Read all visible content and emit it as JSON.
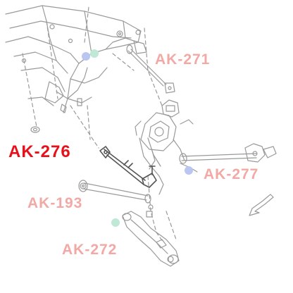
{
  "labels": {
    "ak271": "AK-271",
    "ak276": "AK-276",
    "ak277": "AK-277",
    "ak193": "AK-193",
    "ak272": "AK-272"
  },
  "colors": {
    "highlight_label": "#e8101a",
    "faded_label": "#f2a9a5",
    "line_art": "#9a9a9a",
    "highlight_part": "#555555",
    "marker_blue": "#b9c6f0",
    "marker_green": "#bfe8d6"
  }
}
